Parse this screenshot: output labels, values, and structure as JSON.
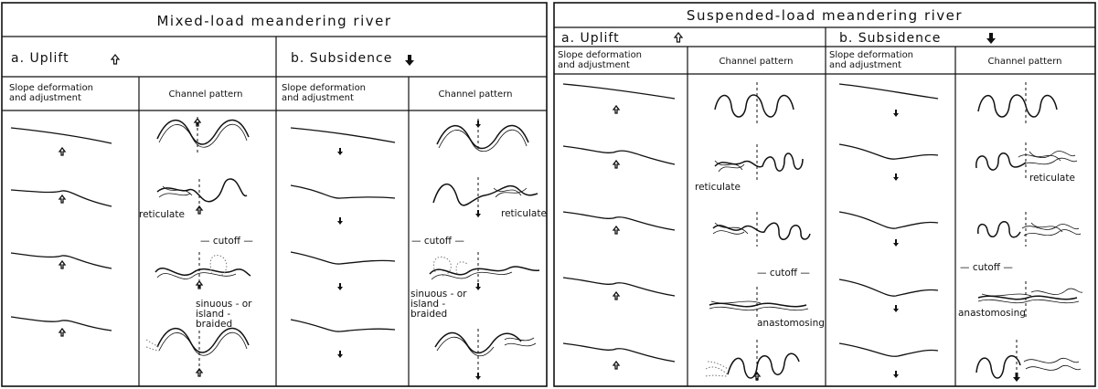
{
  "colors": {
    "ink": "#111111",
    "paper": "#ffffff",
    "dotted": "#777777"
  },
  "panels": [
    {
      "title": "Mixed-load  meandering  river",
      "sections": [
        {
          "heading": "a. Uplift",
          "arrow": "up"
        },
        {
          "heading": "b. Subsidence",
          "arrow": "down"
        }
      ],
      "columns": {
        "slope_line1": "Slope  deformation",
        "slope_line2": "and  adjustment",
        "pattern": "Channel  pattern"
      },
      "labels": {
        "reticulate": "reticulate",
        "cutoff": "— cutoff —",
        "sinuous_line1": "sinuous - or",
        "sinuous_line2": "island -",
        "sinuous_line3": "braided"
      }
    },
    {
      "title": "Suspended-load  meandering  river",
      "sections": [
        {
          "heading": "a. Uplift",
          "arrow": "up"
        },
        {
          "heading": "b. Subsidence",
          "arrow": "down"
        }
      ],
      "columns": {
        "slope_line1": "Slope  deformation",
        "slope_line2": "and  adjustment",
        "pattern": "Channel  pattern"
      },
      "labels": {
        "reticulate": "reticulate",
        "cutoff": "— cutoff —",
        "anastomosing": "anastomosing"
      }
    }
  ]
}
